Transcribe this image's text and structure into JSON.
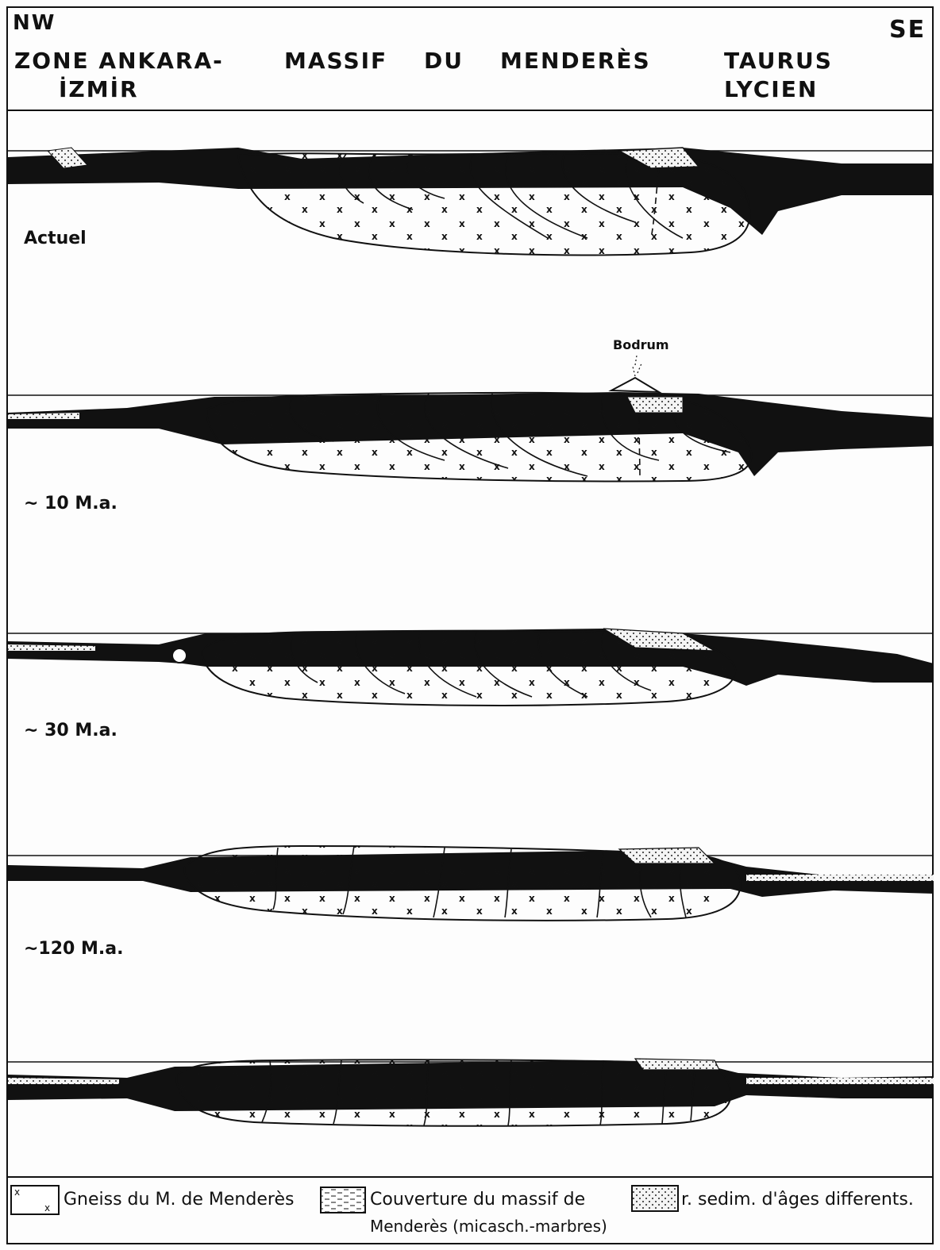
{
  "header": {
    "nw": "NW",
    "se": "SE",
    "zone_line1": "ZONE ANKARA-",
    "zone_line2": "İZMİR",
    "massif_1": "MASSIF",
    "massif_2": "DU",
    "massif_3": "MENDERÈS",
    "taurus_line1": "TAURUS",
    "taurus_line2": "LYCIEN"
  },
  "sections": [
    {
      "label": "Actuel",
      "annotation": ""
    },
    {
      "label": "~ 10 M.a.",
      "annotation": "Bodrum"
    },
    {
      "label": "~ 30 M.a.",
      "annotation": ""
    },
    {
      "label": "~120 M.a.",
      "annotation": ""
    },
    {
      "label": "",
      "annotation": ""
    }
  ],
  "legend": {
    "gneiss": "Gneiss du M. de Menderès",
    "couverture_1": "Couverture du massif de",
    "couverture_2": "Menderès (micasch.-marbres)",
    "sediments": "r. sedim. d'âges differents."
  }
}
